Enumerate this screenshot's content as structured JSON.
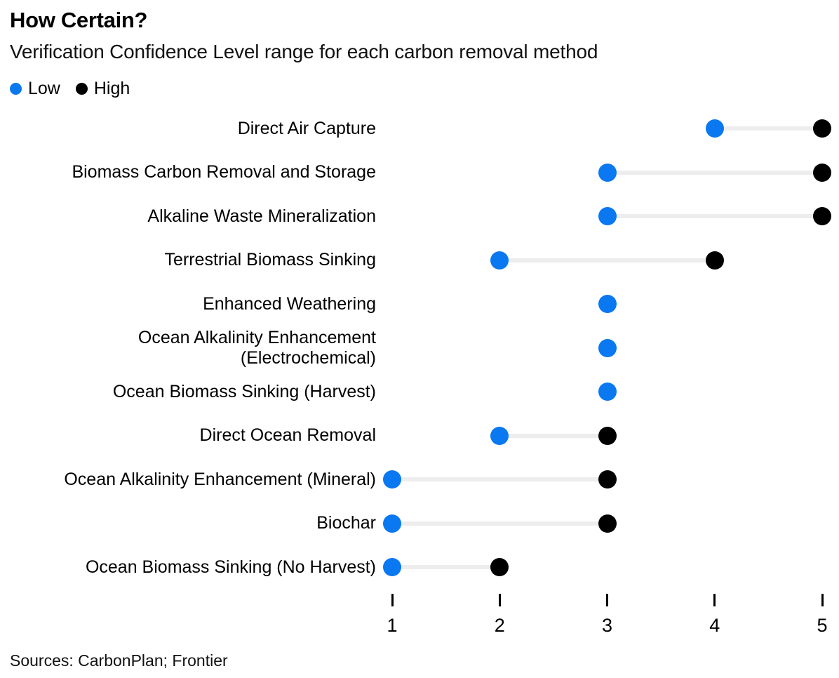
{
  "header": {
    "title": "How Certain?",
    "subtitle": "Verification Confidence Level range for each carbon removal method"
  },
  "legend": {
    "position": "top-left",
    "items": [
      {
        "label": "Low",
        "color": "#0a78f0",
        "icon": "circle-marker"
      },
      {
        "label": "High",
        "color": "#000000",
        "icon": "circle-marker"
      }
    ]
  },
  "footer": {
    "sources": "Sources: CarbonPlan; Frontier"
  },
  "colors": {
    "low": "#0a78f0",
    "high": "#000000",
    "connector": "#ededed",
    "background": "#ffffff",
    "text": "#000000"
  },
  "chart_data": {
    "type": "bar",
    "subtype": "dumbbell-range",
    "title": "How Certain?",
    "subtitle": "Verification Confidence Level range for each carbon removal method",
    "xlabel": "",
    "ylabel": "",
    "xlim": [
      1,
      5
    ],
    "grid": false,
    "xticks": [
      1,
      2,
      3,
      4,
      5
    ],
    "xtick_labels": [
      "1",
      "2",
      "3",
      "4",
      "5"
    ],
    "legend_position": "top-left",
    "categories": [
      "Direct Air Capture",
      "Biomass Carbon Removal and Storage",
      "Alkaline Waste Mineralization",
      "Terrestrial Biomass Sinking",
      "Enhanced Weathering",
      "Ocean Alkalinity Enhancement (Electrochemical)",
      "Ocean Biomass Sinking (Harvest)",
      "Direct Ocean Removal",
      "Ocean Alkalinity Enhancement (Mineral)",
      "Biochar",
      "Ocean Biomass Sinking (No Harvest)"
    ],
    "series": [
      {
        "name": "Low",
        "values": [
          4,
          3,
          3,
          2,
          3,
          3,
          3,
          2,
          1,
          1,
          1
        ]
      },
      {
        "name": "High",
        "values": [
          5,
          5,
          5,
          4,
          3,
          3,
          3,
          3,
          3,
          3,
          2
        ]
      }
    ],
    "rows": [
      {
        "label": "Direct Air Capture",
        "label_lines": "Direct Air Capture",
        "low": 4,
        "high": 5
      },
      {
        "label": "Biomass Carbon Removal and Storage",
        "label_lines": "Biomass Carbon Removal and Storage",
        "low": 3,
        "high": 5
      },
      {
        "label": "Alkaline Waste Mineralization",
        "label_lines": "Alkaline Waste Mineralization",
        "low": 3,
        "high": 5
      },
      {
        "label": "Terrestrial Biomass Sinking",
        "label_lines": "Terrestrial Biomass Sinking",
        "low": 2,
        "high": 4
      },
      {
        "label": "Enhanced Weathering",
        "label_lines": "Enhanced Weathering",
        "low": 3,
        "high": 3
      },
      {
        "label": "Ocean Alkalinity Enhancement (Electrochemical)",
        "label_lines": "Ocean Alkalinity Enhancement\n(Electrochemical)",
        "low": 3,
        "high": 3
      },
      {
        "label": "Ocean Biomass Sinking (Harvest)",
        "label_lines": "Ocean Biomass Sinking (Harvest)",
        "low": 3,
        "high": 3
      },
      {
        "label": "Direct Ocean Removal",
        "label_lines": "Direct Ocean Removal",
        "low": 2,
        "high": 3
      },
      {
        "label": "Ocean Alkalinity Enhancement (Mineral)",
        "label_lines": "Ocean Alkalinity Enhancement (Mineral)",
        "low": 1,
        "high": 3
      },
      {
        "label": "Biochar",
        "label_lines": "Biochar",
        "low": 1,
        "high": 3
      },
      {
        "label": "Ocean Biomass Sinking (No Harvest)",
        "label_lines": "Ocean Biomass Sinking (No Harvest)",
        "low": 1,
        "high": 2
      }
    ]
  }
}
